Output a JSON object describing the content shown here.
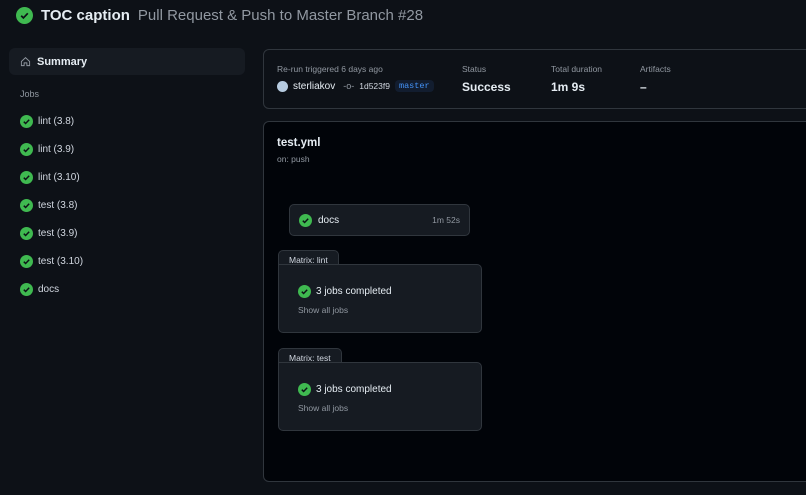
{
  "header": {
    "workflow": "TOC caption",
    "run_title": "Pull Request & Push to Master Branch #28",
    "status_icon": "check-circle-icon"
  },
  "sidebar": {
    "summary": "Summary",
    "jobs_label": "Jobs",
    "jobs": [
      {
        "label": "lint (3.8)"
      },
      {
        "label": "lint (3.9)"
      },
      {
        "label": "lint (3.10)"
      },
      {
        "label": "test (3.8)"
      },
      {
        "label": "test (3.9)"
      },
      {
        "label": "test (3.10)"
      },
      {
        "label": "docs"
      }
    ]
  },
  "meta": {
    "trigger": "Re-run triggered 6 days ago",
    "user": "sterliakov",
    "commit": "1d523f9",
    "branch": "master",
    "status_label": "Status",
    "status": "Success",
    "duration_label": "Total duration",
    "duration": "1m 9s",
    "artifacts_label": "Artifacts",
    "artifacts": "–"
  },
  "graph": {
    "file": "test.yml",
    "trigger": "on: push",
    "docs": {
      "label": "docs",
      "duration": "1m 52s"
    },
    "matrices": [
      {
        "tab": "Matrix: lint",
        "summary": "3 jobs completed",
        "link": "Show all jobs"
      },
      {
        "tab": "Matrix: test",
        "summary": "3 jobs completed",
        "link": "Show all jobs"
      }
    ]
  },
  "colors": {
    "success": "#3fb950",
    "accent": "#4493f8",
    "background": "#0d1117"
  }
}
